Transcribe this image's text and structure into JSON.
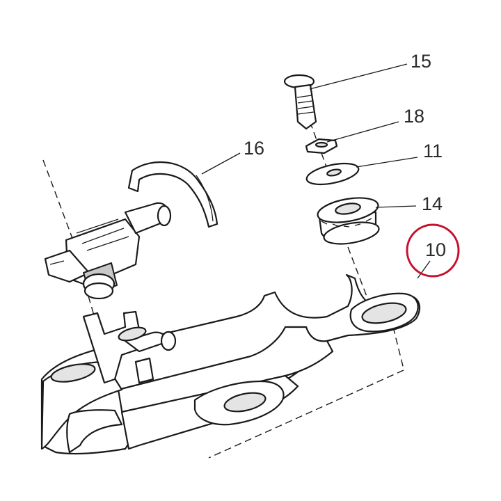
{
  "callouts": {
    "part_15": "15",
    "part_18": "18",
    "part_16": "16",
    "part_11": "11",
    "part_14": "14",
    "part_10": "10"
  },
  "colors": {
    "highlight_circle": "#c8102e",
    "line": "#1a1a1a",
    "shade": "#e4e4e4"
  }
}
